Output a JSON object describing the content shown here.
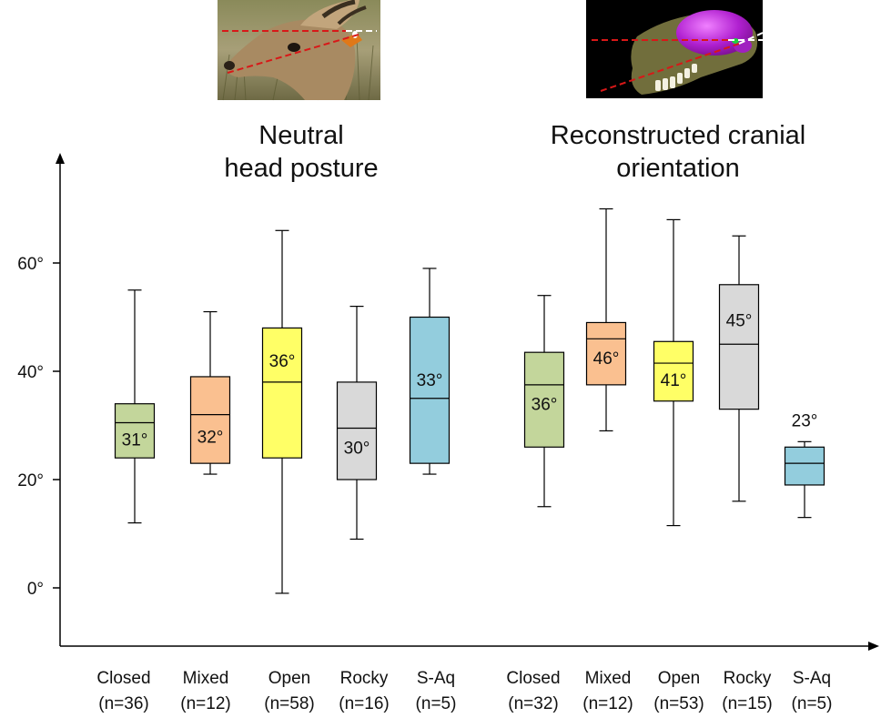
{
  "chart_data": {
    "type": "box",
    "ylim": [
      -12,
      80
    ],
    "yticks": [
      {
        "value": 0,
        "label": "0°"
      },
      {
        "value": 20,
        "label": "20°"
      },
      {
        "value": 40,
        "label": "40°"
      },
      {
        "value": 60,
        "label": "60°"
      }
    ],
    "groups": [
      {
        "title": [
          "Neutral",
          "head posture"
        ],
        "image": "antelope-head-photo",
        "boxes": [
          {
            "category": "Closed",
            "n": "(n=36)",
            "min": 12,
            "q1": 24,
            "median": 30.5,
            "q3": 34,
            "max": 55,
            "label": "31°",
            "label_value": 27.5,
            "color": "#c3d69b"
          },
          {
            "category": "Mixed",
            "n": "(n=12)",
            "min": 21,
            "q1": 23,
            "median": 32,
            "q3": 39,
            "max": 51,
            "label": "32°",
            "label_value": 28,
            "color": "#fac090"
          },
          {
            "category": "Open",
            "n": "(n=58)",
            "min": -1,
            "q1": 24,
            "median": 38,
            "q3": 48,
            "max": 66,
            "label": "36°",
            "label_value": 42,
            "color": "#ffff66"
          },
          {
            "category": "Rocky",
            "n": "(n=16)",
            "min": 9,
            "q1": 20,
            "median": 29.5,
            "q3": 38,
            "max": 52,
            "label": "30°",
            "label_value": 26,
            "color": "#d9d9d9"
          },
          {
            "category": "S-Aq",
            "n": "(n=5)",
            "min": 21,
            "q1": 23,
            "median": 35,
            "q3": 50,
            "max": 59,
            "label": "33°",
            "label_value": 38.5,
            "color": "#93cddd"
          }
        ]
      },
      {
        "title": [
          "Reconstructed cranial",
          "orientation"
        ],
        "image": "skull-brain-reconstruction",
        "boxes": [
          {
            "category": "Closed",
            "n": "(n=32)",
            "min": 15,
            "q1": 26,
            "median": 37.5,
            "q3": 43.5,
            "max": 54,
            "label": "36°",
            "label_value": 34,
            "color": "#c3d69b"
          },
          {
            "category": "Mixed",
            "n": "(n=12)",
            "min": 29,
            "q1": 37.5,
            "median": 46,
            "q3": 49,
            "max": 70,
            "label": "46°",
            "label_value": 42.5,
            "color": "#fac090"
          },
          {
            "category": "Open",
            "n": "(n=53)",
            "min": 11.5,
            "q1": 34.5,
            "median": 41.5,
            "q3": 45.5,
            "max": 68,
            "label": "41°",
            "label_value": 38.5,
            "color": "#ffff66"
          },
          {
            "category": "Rocky",
            "n": "(n=15)",
            "min": 16,
            "q1": 33,
            "median": 45,
            "q3": 56,
            "max": 65,
            "label": "45°",
            "label_value": 49.5,
            "color": "#d9d9d9"
          },
          {
            "category": "S-Aq",
            "n": "(n=5)",
            "min": 13,
            "q1": 19,
            "median": 23,
            "q3": 26,
            "max": 27,
            "label": "23°",
            "label_value": 31,
            "color": "#93cddd"
          }
        ]
      }
    ]
  }
}
